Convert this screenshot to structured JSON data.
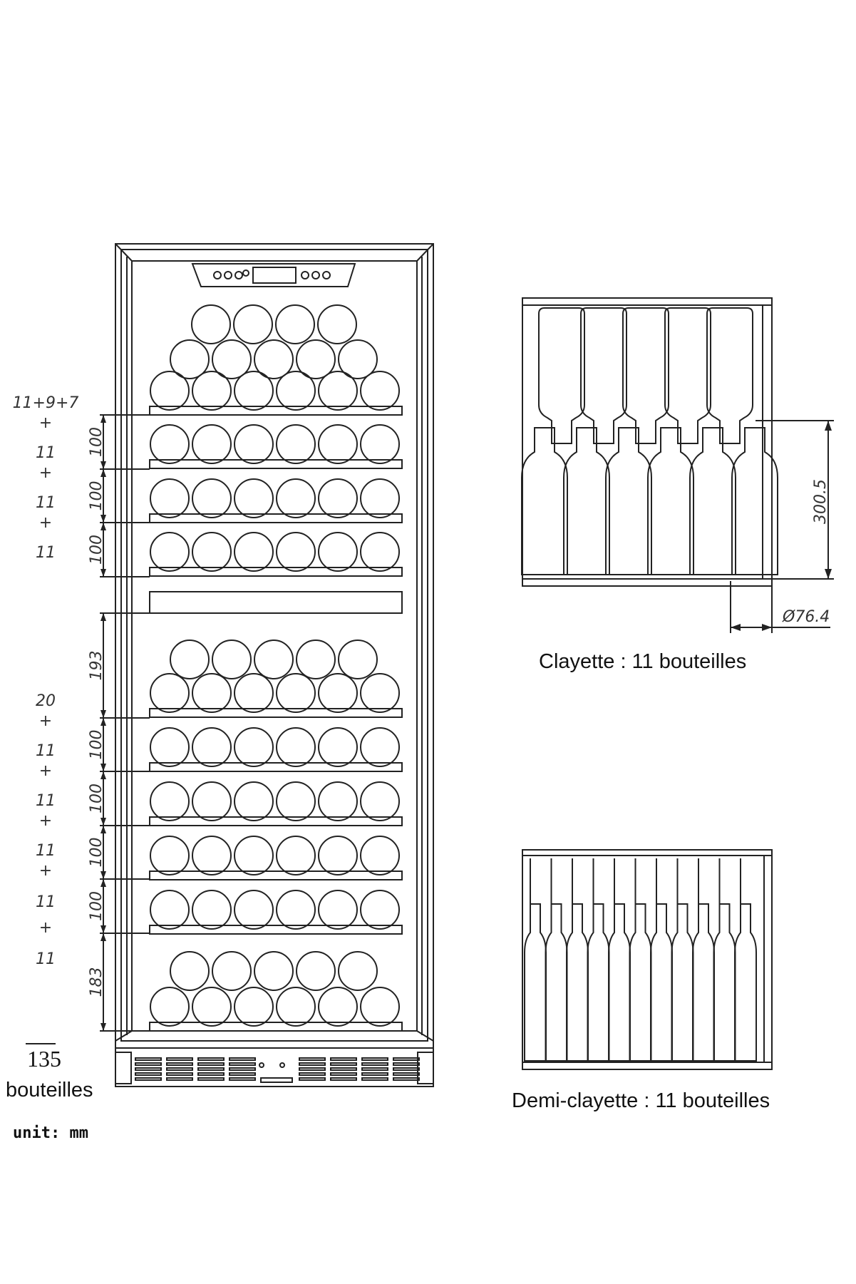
{
  "fridge": {
    "left_counts": [
      "11+9+7",
      "+",
      "11",
      "+",
      "11",
      "+",
      "11",
      "20",
      "+",
      "11",
      "+",
      "11",
      "+",
      "11",
      "+",
      "11",
      "+",
      "11"
    ],
    "dimensions": [
      "100",
      "100",
      "100",
      "193",
      "100",
      "100",
      "100",
      "100",
      "183"
    ],
    "total_number": "135",
    "total_label": "bouteilles",
    "unit_label": "unit: mm"
  },
  "shelf_full": {
    "height_label": "300.5",
    "diameter_label": "Ø76.4",
    "caption": "Clayette : 11 bouteilles"
  },
  "shelf_half": {
    "caption": "Demi-clayette : 11 bouteilles"
  }
}
